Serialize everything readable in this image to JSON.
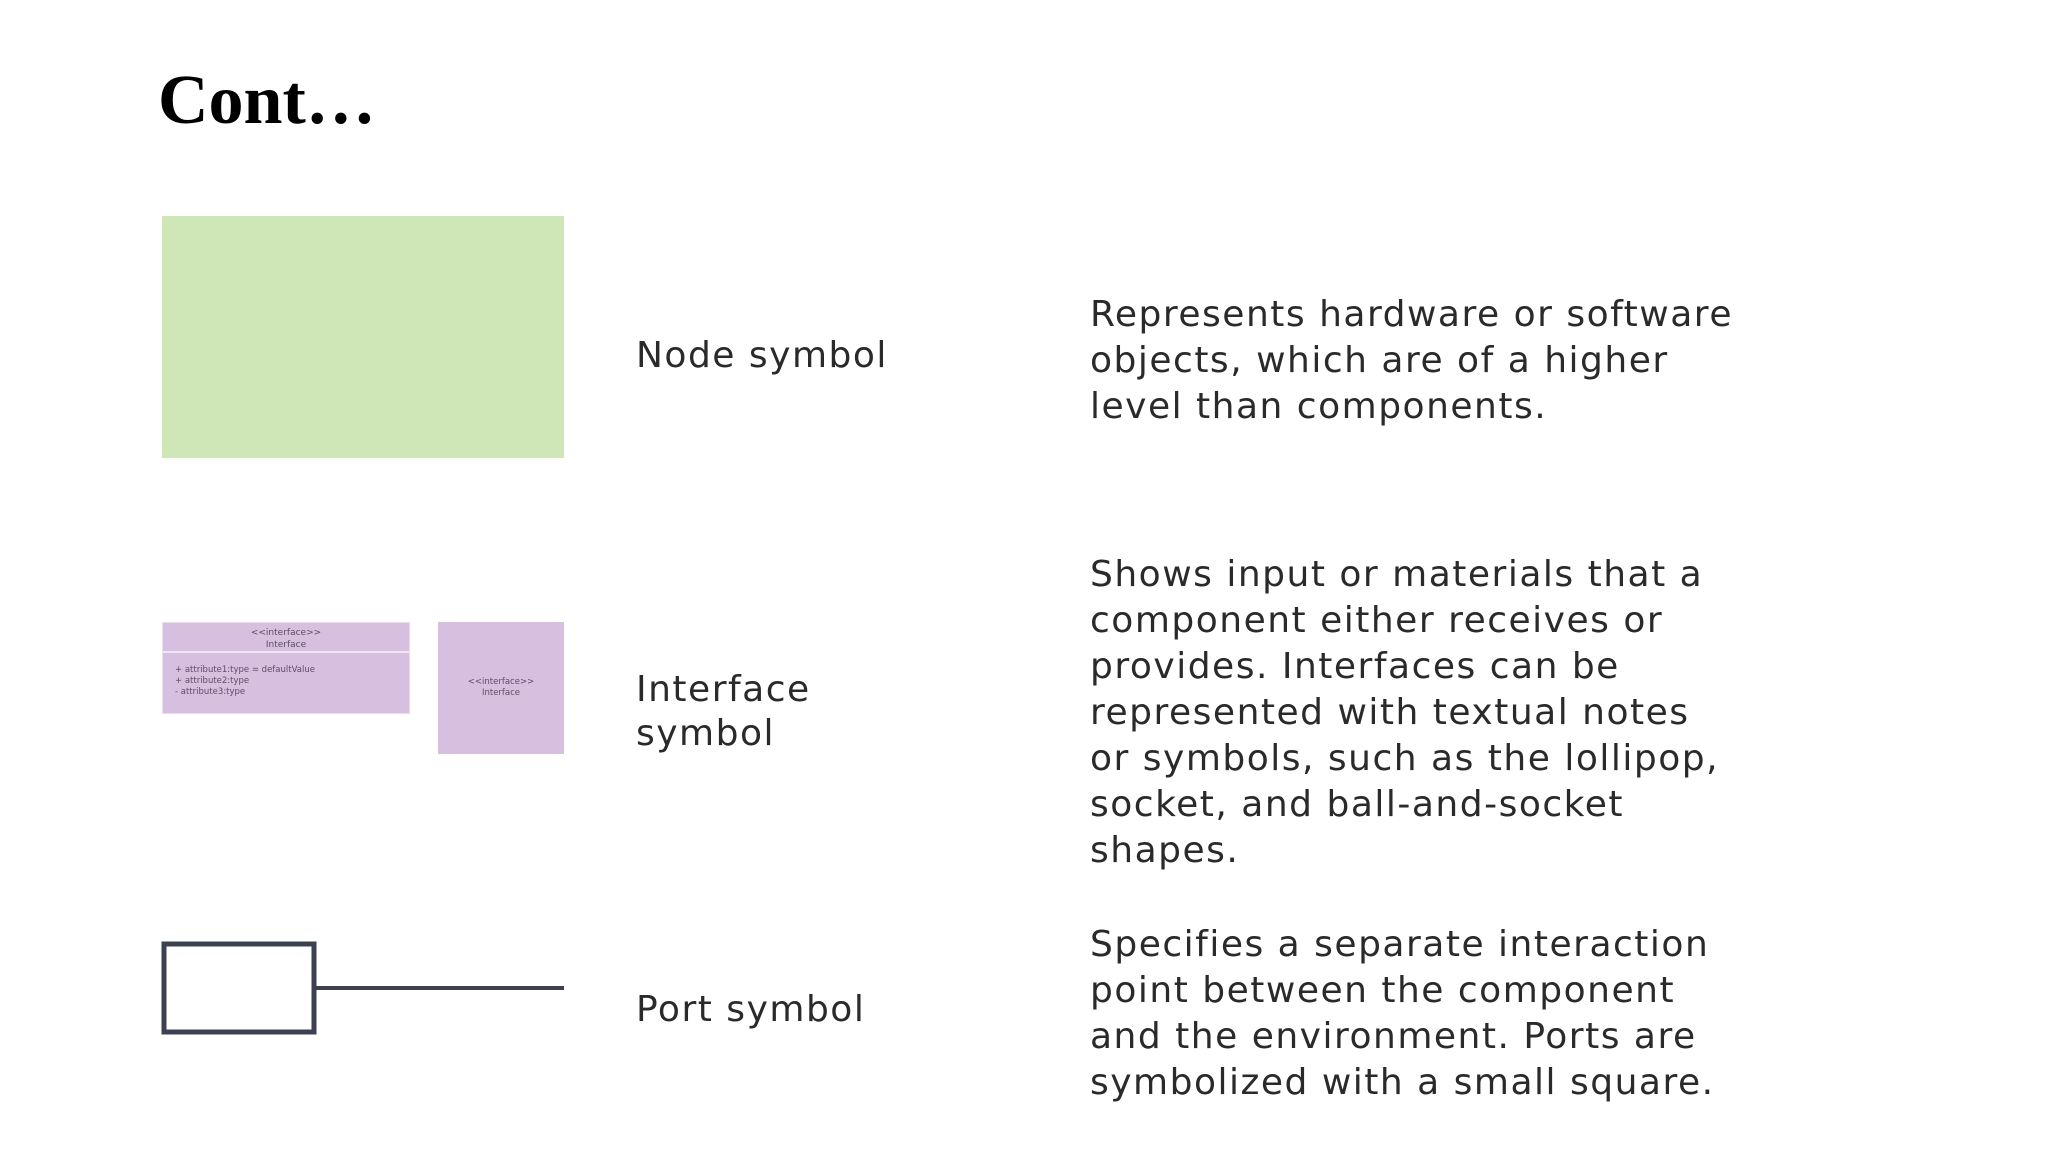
{
  "title": "Cont…",
  "rows": [
    {
      "label": "Node symbol",
      "description": [
        "Represents hardware or software",
        "objects, which are of a higher",
        "level than components."
      ]
    },
    {
      "label": [
        "Interface",
        "symbol"
      ],
      "description": [
        "Shows input or materials that a",
        "component either receives or",
        "provides. Interfaces can be",
        "represented with textual notes",
        "or symbols, such as the lollipop,",
        "socket, and ball-and-socket",
        "shapes."
      ],
      "iface_large": {
        "stereotype": "<<interface>>",
        "name": "Interface",
        "attributes": [
          "+ attribute1:type = defaultValue",
          "+ attribute2:type",
          "- attribute3:type"
        ]
      },
      "iface_small": {
        "stereotype": "<<interface>>",
        "name": "Interface"
      }
    },
    {
      "label": "Port symbol",
      "description": [
        "Specifies a separate interaction",
        "point between the component",
        "and the environment. Ports are",
        "symbolized with a small square."
      ]
    }
  ],
  "colors": {
    "node_fill": "#cfe6b6",
    "interface_fill": "#d7bfdf",
    "port_stroke": "#3b4150"
  }
}
